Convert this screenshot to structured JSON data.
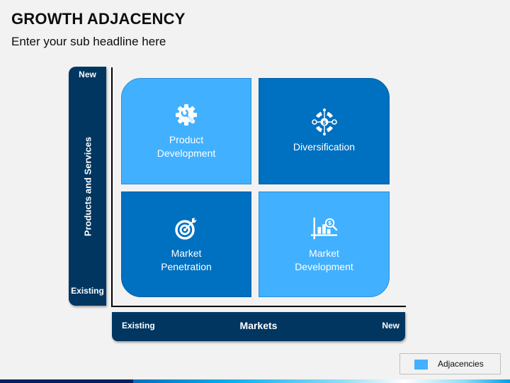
{
  "header": {
    "title": "GROWTH ADJACENCY",
    "subtitle": "Enter your sub headline here"
  },
  "y_axis": {
    "title": "Products and Services",
    "top_label": "New",
    "bottom_label": "Existing"
  },
  "x_axis": {
    "title": "Markets",
    "left_label": "Existing",
    "right_label": "New"
  },
  "quadrants": [
    {
      "position": "top-left",
      "label": "Product\nDevelopment",
      "icon": "gear-wrench-icon",
      "color": "#41b0ff",
      "adjacency": true
    },
    {
      "position": "top-right",
      "label": "Diversification",
      "icon": "dollar-network-icon",
      "color": "#0070c0",
      "adjacency": false
    },
    {
      "position": "bottom-left",
      "label": "Market\nPenetration",
      "icon": "target-arrow-icon",
      "color": "#0070c0",
      "adjacency": false
    },
    {
      "position": "bottom-right",
      "label": "Market\nDevelopment",
      "icon": "chart-magnifier-icon",
      "color": "#41b0ff",
      "adjacency": true
    }
  ],
  "legend": {
    "items": [
      {
        "label": "Adjacencies",
        "color": "#41b0ff"
      }
    ]
  },
  "colors": {
    "axis_bar": "#003660",
    "light_blue": "#41b0ff",
    "dark_blue": "#0070c0",
    "background": "#f2f2f2"
  }
}
